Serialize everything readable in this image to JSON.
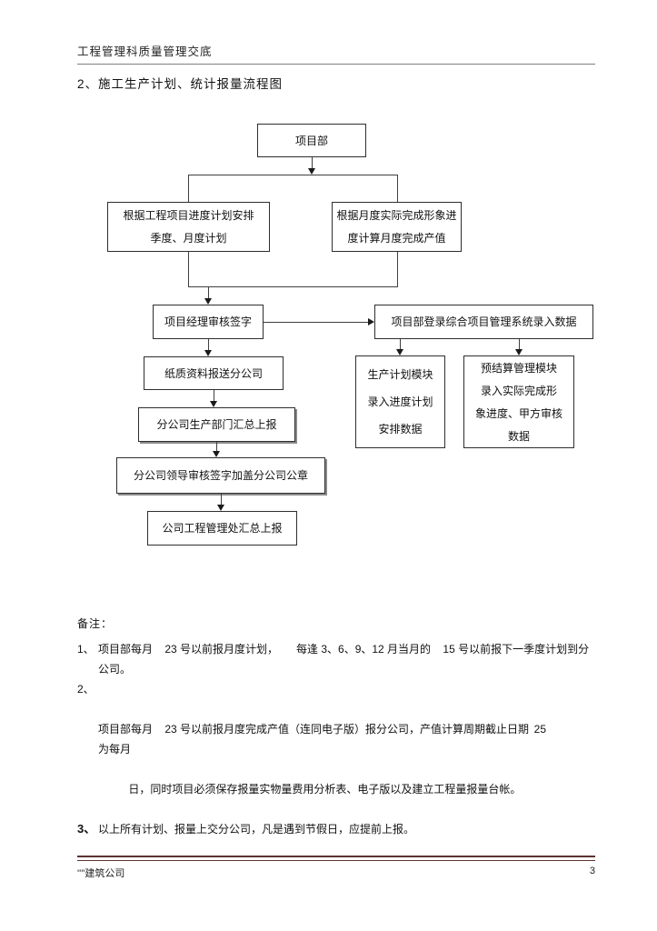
{
  "page": {
    "header_title": "工程管理科质量管理交底",
    "section_heading": "2、施工生产计划、统计报量流程图"
  },
  "flowchart": {
    "project_dept": "项目部",
    "plan_box": {
      "line1": "根据工程项目进度计划安排",
      "line2": "季度、月度计划"
    },
    "value_box": {
      "line1": "根据月度实际完成形象进",
      "line2": "度计算月度完成产值"
    },
    "manager_box": "项目经理审核签字",
    "system_box": "项目部登录综合项目管理系统录入数据",
    "paper_box": "纸质资料报送分公司",
    "plan_module_box": {
      "line1": "生产计划模块",
      "line2": "录入进度计划",
      "line3": "安排数据"
    },
    "budget_module_box": {
      "line1": "预结算管理模块",
      "line2": "录入实际完成形",
      "line3": "象进度、甲方审核",
      "line4": "数据"
    },
    "branch_dept_box": "分公司生产部门汇总上报",
    "leader_box": "分公司领导审核签字加盖分公司公章",
    "company_box": "公司工程管理处汇总上报"
  },
  "notes": {
    "label": "备注：",
    "items": [
      {
        "num": "1、",
        "text": "项目部每月    23 号以前报月度计划，      每逢 3、6、9、12 月当月的    15 号以前报下一季度计划到分公司。"
      },
      {
        "num": "2、",
        "line1": "项目部每月    23 号以前报月度完成产值（连同电子版）报分公司，产值计算周期截止日期为每月",
        "line1_tail": "25",
        "line2": "日，同时项目必须保存报量实物量费用分析表、电子版以及建立工程量报量台帐。"
      },
      {
        "num": "3、",
        "text": "以上所有计划、报量上交分公司，凡是遇到节假日，应提前上报。"
      }
    ]
  },
  "footer": {
    "company": "''''建筑公司",
    "page_number": "3"
  }
}
